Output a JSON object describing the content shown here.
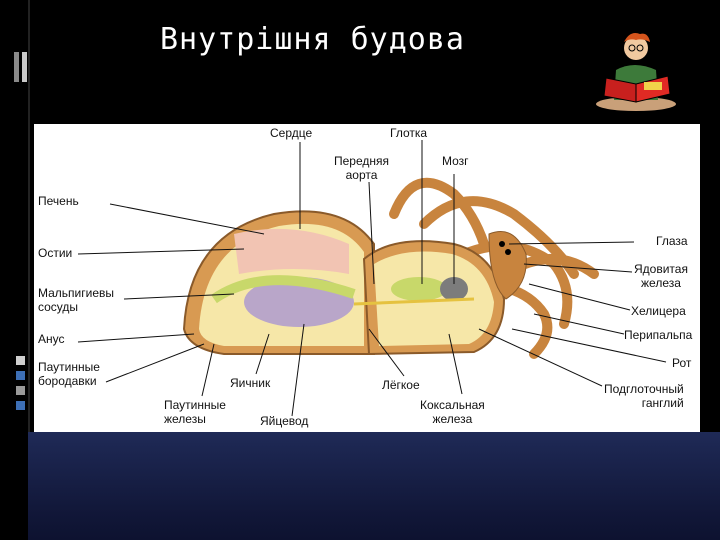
{
  "slide": {
    "title": "Внутрішня будова"
  },
  "labels": {
    "serdce": "Сердце",
    "glotka": "Глотка",
    "perednyaya_aorta": "Передняя\nаорта",
    "mozg": "Мозг",
    "pechen": "Печень",
    "ostii": "Остии",
    "malpigievy": "Мальпигиевы\nсосуды",
    "anus": "Анус",
    "pautinnye_borodavki": "Паутинные\nбородавки",
    "yaichnik": "Яичник",
    "pautinnye_zhelezy": "Паутинные\nжелезы",
    "yaicevod": "Яйцевод",
    "legkoe": "Лёгкое",
    "koksalnaya": "Коксальная\nжелеза",
    "glaza": "Глаза",
    "yadovitaya": "Ядовитая\nжелеза",
    "helicera": "Хелицера",
    "peripalpa": "Перипальпа",
    "rot": "Рот",
    "podglotochny": "Подглоточный\nганглий"
  },
  "colors": {
    "background": "#000000",
    "title": "#ffffff",
    "bottom_band": "#1f2a57",
    "cuticle": "#d89a52",
    "tissue": "#f6e7a8",
    "organ_green": "#c8d86a",
    "ovary": "#b9a6c9",
    "brain": "#7c7c7c"
  }
}
